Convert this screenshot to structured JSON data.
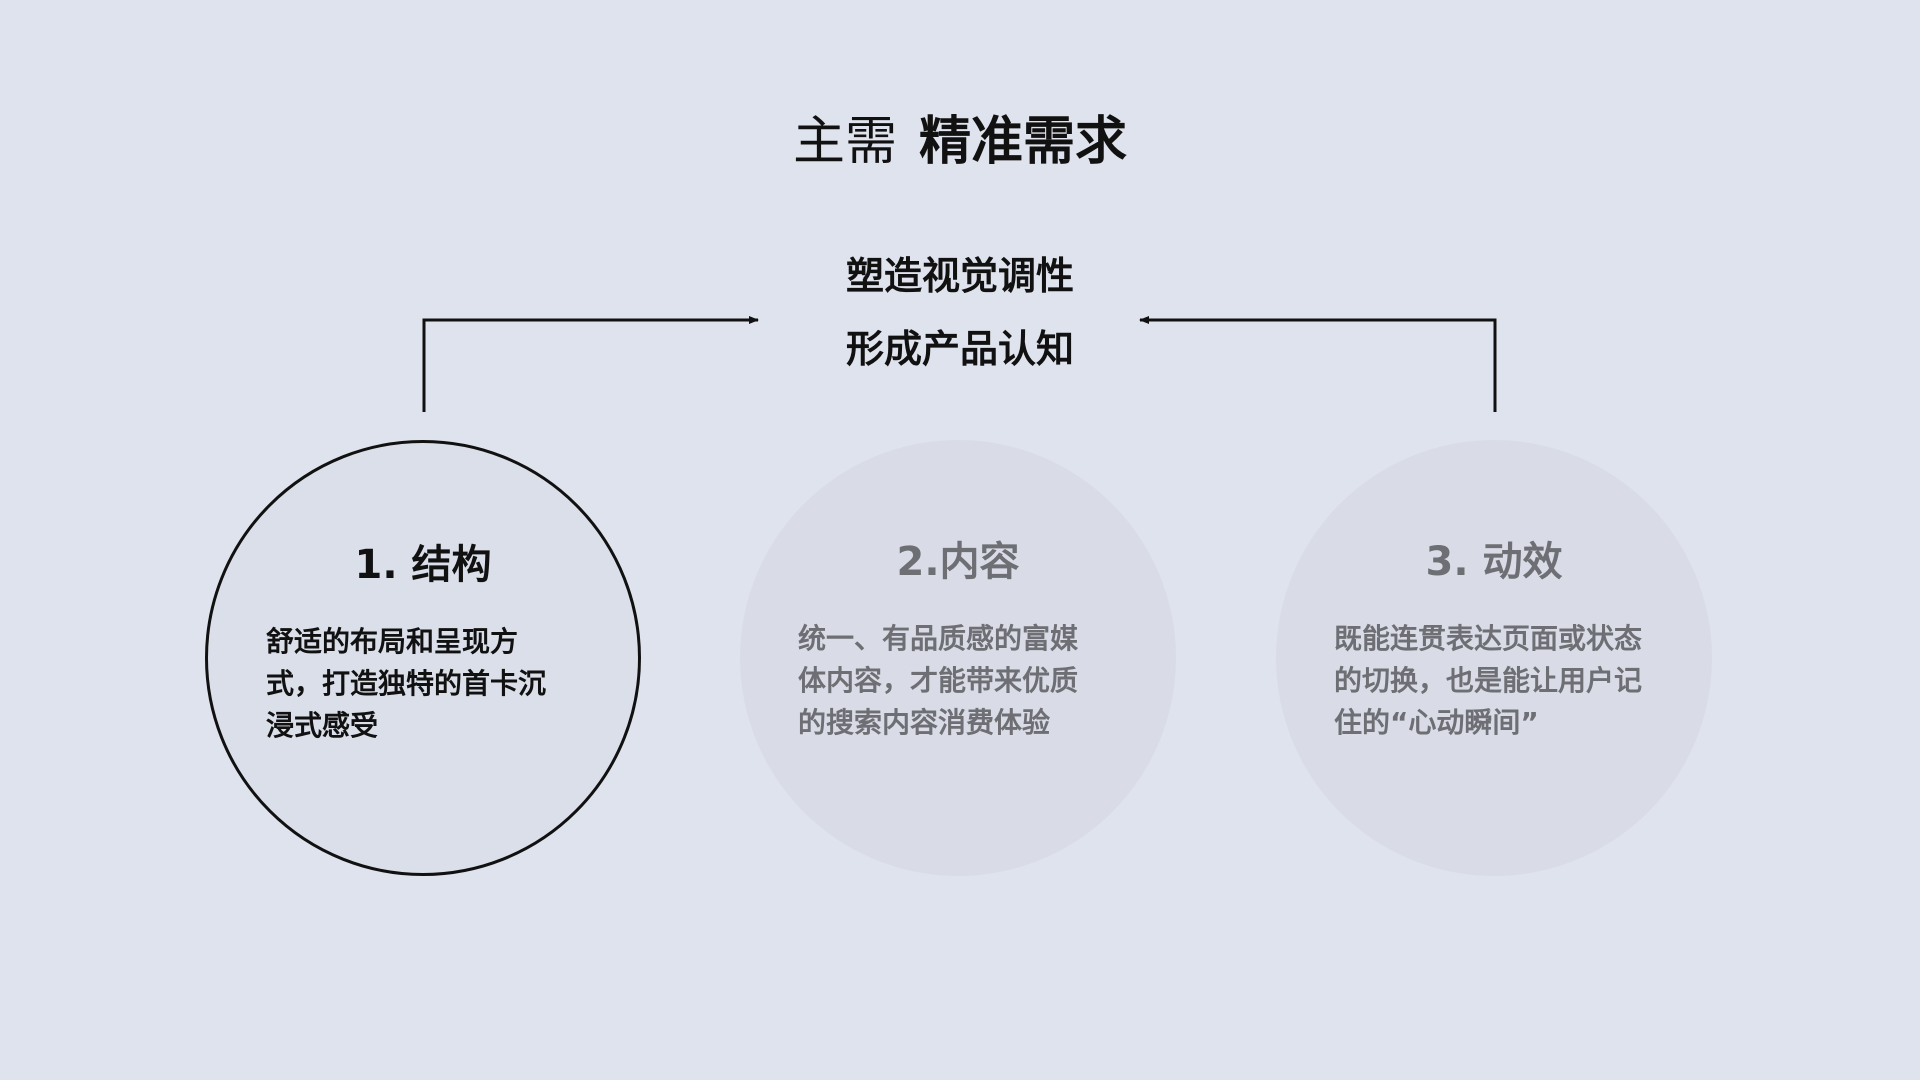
{
  "title": {
    "light": "主需",
    "bold": "精准需求"
  },
  "goal": {
    "line1": "塑造视觉调性",
    "line2": "形成产品认知"
  },
  "steps": [
    {
      "title": "1. 结构",
      "desc_lines": [
        "舒适的布局和呈现方",
        "式，打造独特的首卡沉",
        "浸式感受"
      ],
      "state": "active"
    },
    {
      "title": "2.内容",
      "desc_lines": [
        "统一、有品质感的富媒",
        "体内容，才能带来优质",
        "的搜索内容消费体验"
      ],
      "state": "muted"
    },
    {
      "title": "3. 动效",
      "desc_lines": [
        "既能连贯表达页面或状态",
        "的切换，也是能让用户记",
        "住的“心动瞬间”"
      ],
      "state": "muted"
    }
  ],
  "colors": {
    "background": "#dfe3ed",
    "text_active": "#111111",
    "text_muted": "#6d6f74",
    "circle_muted": "#d9dce6"
  }
}
